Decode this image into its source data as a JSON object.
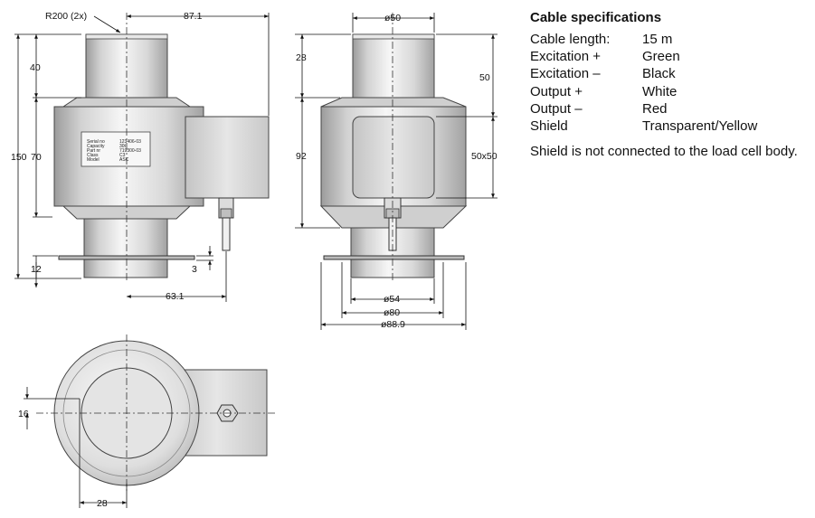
{
  "cable_specs": {
    "title": "Cable specifications",
    "rows": [
      {
        "label": "Cable length:",
        "value": "15 m"
      },
      {
        "label": "Excitation +",
        "value": "Green"
      },
      {
        "label": "Excitation –",
        "value": "Black"
      },
      {
        "label": "Output +",
        "value": "White"
      },
      {
        "label": "Output –",
        "value": "Red"
      },
      {
        "label": "Shield",
        "value": "Transparent/Yellow"
      }
    ],
    "note": "Shield is not connected to the load cell body."
  },
  "front_view": {
    "dims": {
      "radius": "R200 (2x)",
      "width_half": "87.1",
      "top_height": "40",
      "total_height": "150",
      "body_height": "70",
      "base_height": "12",
      "plate_thickness": "3",
      "connector_offset": "63.1"
    },
    "label_plate": {
      "keys": [
        "Serial no",
        "Capacity",
        "Part nr",
        "Class",
        "Model"
      ],
      "values": [
        "123406-03",
        "30t",
        "719300-03",
        "C3",
        "ASC"
      ]
    }
  },
  "side_view": {
    "dims": {
      "top_diameter": "ø50",
      "top_height": "28",
      "connector_top": "50",
      "body_height": "92",
      "connector_size": "50x50",
      "base_diameter": "ø54",
      "flange_diameter": "ø80",
      "plate_diameter": "ø88.9"
    }
  },
  "top_view": {
    "dims": {
      "offset_y": "16",
      "offset_x": "28"
    }
  }
}
